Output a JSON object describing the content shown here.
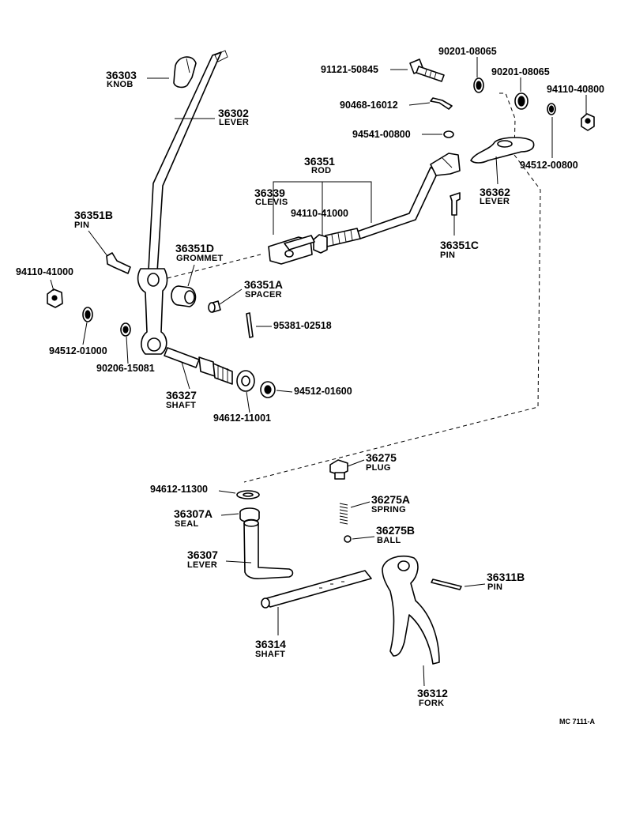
{
  "callouts": [
    {
      "id": "36303",
      "number": "36303",
      "name": "KNOB"
    },
    {
      "id": "36302",
      "number": "36302",
      "name": "LEVER"
    },
    {
      "id": "91121-50845",
      "number": "91121-50845"
    },
    {
      "id": "90201-08065-a",
      "number": "90201-08065"
    },
    {
      "id": "90201-08065-b",
      "number": "90201-08065"
    },
    {
      "id": "94110-40800",
      "number": "94110-40800"
    },
    {
      "id": "90468-16012",
      "number": "90468-16012"
    },
    {
      "id": "94541-00800",
      "number": "94541-00800"
    },
    {
      "id": "94512-00800",
      "number": "94512-00800"
    },
    {
      "id": "36351",
      "number": "36351",
      "name": "ROD"
    },
    {
      "id": "36339",
      "number": "36339",
      "name": "CLEVIS"
    },
    {
      "id": "94110-41000-a",
      "number": "94110-41000"
    },
    {
      "id": "36362",
      "number": "36362",
      "name": "LEVER"
    },
    {
      "id": "36351B",
      "number": "36351B",
      "name": "PIN"
    },
    {
      "id": "36351C",
      "number": "36351C",
      "name": "PIN"
    },
    {
      "id": "36351D",
      "number": "36351D",
      "name": "GROMMET"
    },
    {
      "id": "94110-41000-b",
      "number": "94110-41000"
    },
    {
      "id": "36351A",
      "number": "36351A",
      "name": "SPACER"
    },
    {
      "id": "95381-02518",
      "number": "95381-02518"
    },
    {
      "id": "94512-01000",
      "number": "94512-01000"
    },
    {
      "id": "90206-15081",
      "number": "90206-15081"
    },
    {
      "id": "36327",
      "number": "36327",
      "name": "SHAFT"
    },
    {
      "id": "94512-01600",
      "number": "94512-01600"
    },
    {
      "id": "94612-11001",
      "number": "94612-11001"
    },
    {
      "id": "36275",
      "number": "36275",
      "name": "PLUG"
    },
    {
      "id": "94612-11300",
      "number": "94612-11300"
    },
    {
      "id": "36275A",
      "number": "36275A",
      "name": "SPRING"
    },
    {
      "id": "36307A",
      "number": "36307A",
      "name": "SEAL"
    },
    {
      "id": "36275B",
      "number": "36275B",
      "name": "BALL"
    },
    {
      "id": "36307",
      "number": "36307",
      "name": "LEVER"
    },
    {
      "id": "36311B",
      "number": "36311B",
      "name": "PIN"
    },
    {
      "id": "36314",
      "number": "36314",
      "name": "SHAFT"
    },
    {
      "id": "36312",
      "number": "36312",
      "name": "FORK"
    }
  ],
  "drawing_code": "MC 7111-A"
}
